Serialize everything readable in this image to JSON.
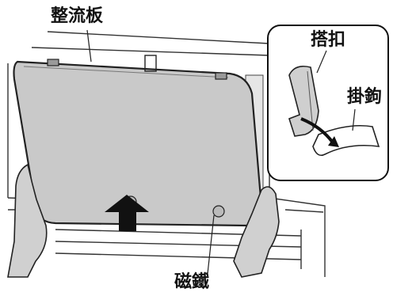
{
  "labels": {
    "baffle_plate": "整流板",
    "clasp": "搭扣",
    "hook": "掛鉤",
    "magnet": "磁鐵"
  }
}
